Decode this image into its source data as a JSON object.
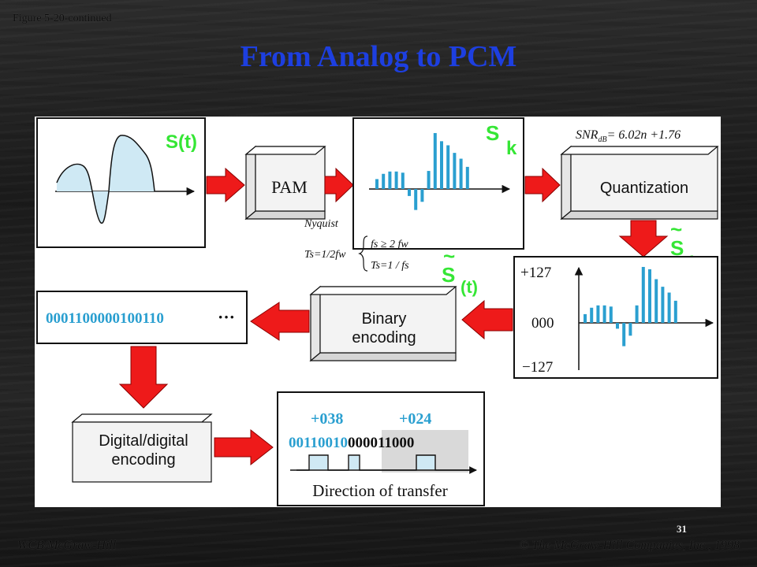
{
  "caption": "Figure 5-20-continued",
  "title": "From Analog to PCM",
  "footer": {
    "publisher": "WCB/McGraw-Hill",
    "copyright_symbol": "©",
    "copyright_text": "The McGraw-Hill Companies, Inc., 1998",
    "page_number": "31"
  },
  "colors": {
    "title": "#1d3fe0",
    "signal": "#2a9fd0",
    "label_green": "#35e635",
    "arrow_red": "#ee1a1a",
    "fill_light": "#cfe9f4"
  },
  "diagram": {
    "analog_signal_label": "S(t)",
    "pam_label": "PAM",
    "samples_label": {
      "letter": "S",
      "subscript": "k"
    },
    "snr_formula": {
      "lhs": "SNR",
      "sub": "dB",
      "rhs": "= 6.02n +1.76"
    },
    "nyquist_label": "Nyquist",
    "sampling_rule": {
      "ts_def": "Ts=1/2fw",
      "cond1": "fs ≥ 2 fw",
      "cond2": "Ts=1 / fs"
    },
    "quantization_label": "Quantization",
    "quantized_samples_label": {
      "tilde": "~",
      "letter": "S",
      "subscript": "k"
    },
    "reconstructed_signal_label": {
      "tilde": "~",
      "letter": "S",
      "arg": "(t)"
    },
    "quant_levels": {
      "top": "+127",
      "mid": "000",
      "bottom": "−127"
    },
    "binary_encoding_label": [
      "Binary",
      "encoding"
    ],
    "binary_stream": {
      "bits": "0001100000100110",
      "ellipsis": "···"
    },
    "digital_encoding_label": [
      "Digital/digital",
      "encoding"
    ],
    "transfer": {
      "value1": "+038",
      "value2": "+024",
      "bits1": "00110010",
      "bits2": "000011000",
      "direction_label": "Direction of transfer"
    },
    "sample_bars": [
      0.17,
      0.26,
      0.3,
      0.3,
      0.28,
      -0.12,
      -0.36,
      -0.22,
      0.31,
      0.96,
      0.82,
      0.75,
      0.62,
      0.52,
      0.38
    ],
    "quantized_bars": [
      0.15,
      0.26,
      0.3,
      0.3,
      0.28,
      -0.1,
      -0.4,
      -0.22,
      0.3,
      0.96,
      0.92,
      0.75,
      0.62,
      0.52,
      0.38
    ]
  }
}
